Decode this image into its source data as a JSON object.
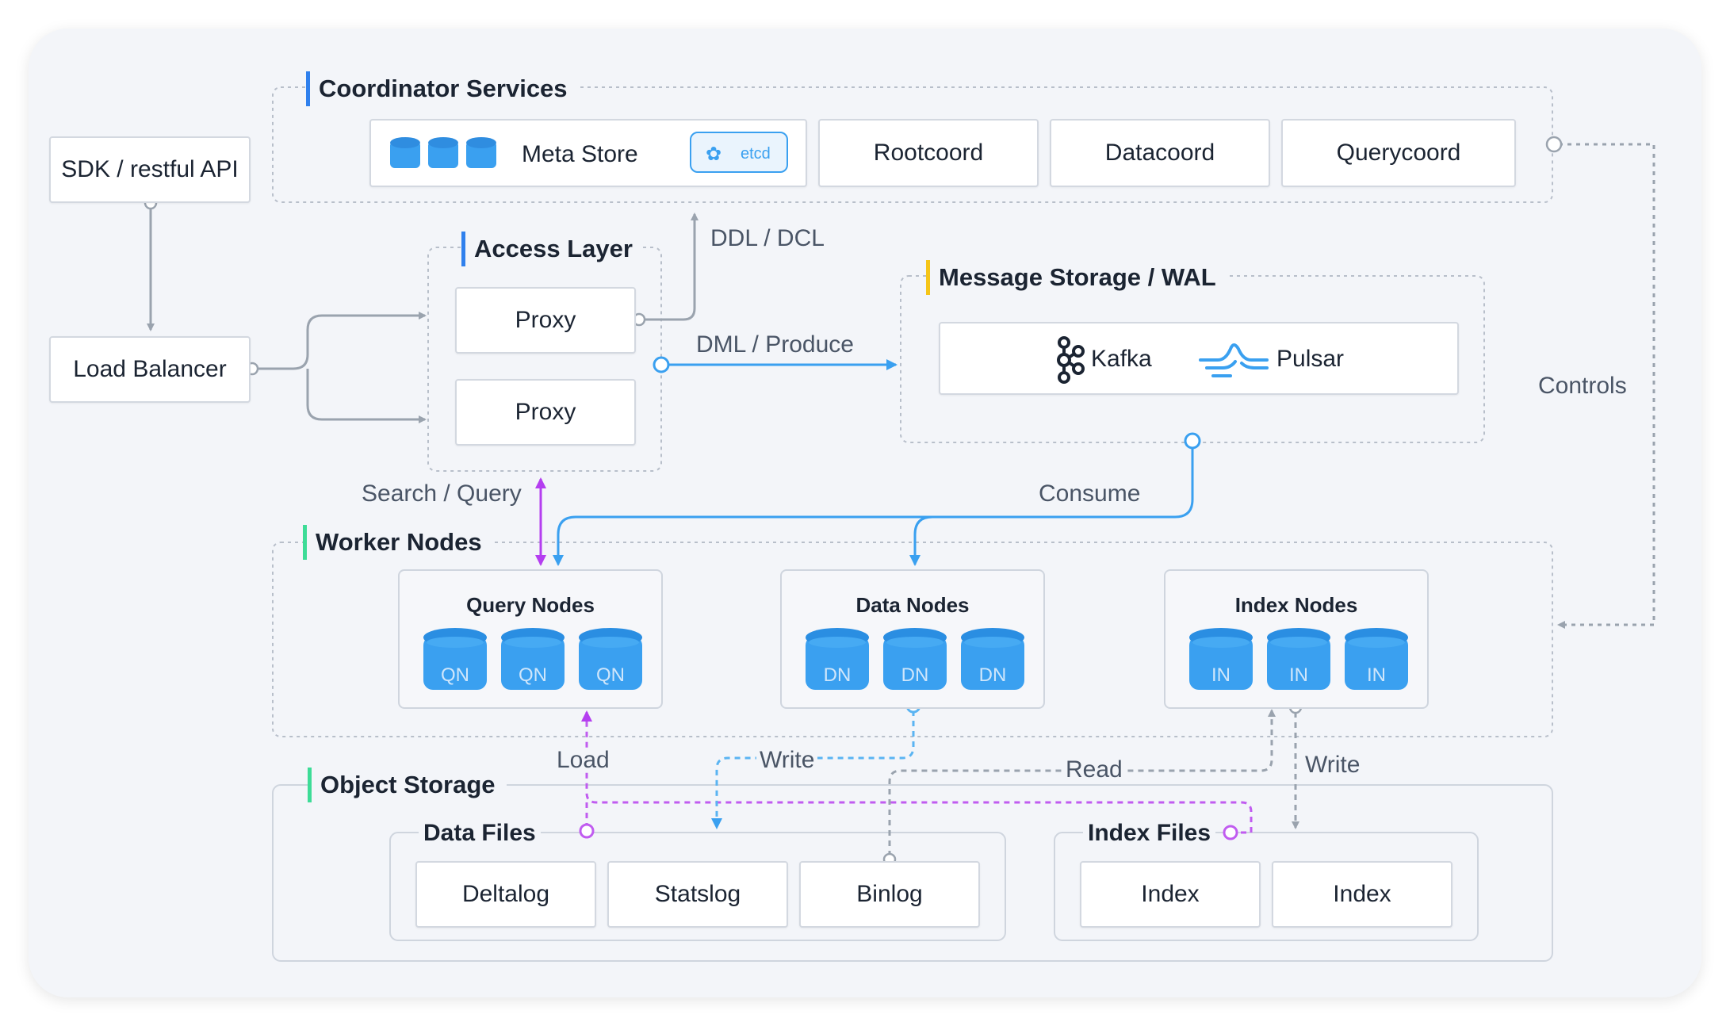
{
  "groups": {
    "coordinator": "Coordinator Services",
    "access": "Access Layer",
    "message": "Message Storage / WAL",
    "worker": "Worker Nodes",
    "object": "Object Storage"
  },
  "coordinator": {
    "meta_store": "Meta Store",
    "etcd": "etcd",
    "rootcoord": "Rootcoord",
    "datacoord": "Datacoord",
    "querycoord": "Querycoord"
  },
  "client": {
    "sdk": "SDK / restful API",
    "load_balancer": "Load Balancer"
  },
  "access": {
    "proxy1": "Proxy",
    "proxy2": "Proxy"
  },
  "message": {
    "kafka": "Kafka",
    "pulsar": "Pulsar"
  },
  "edges": {
    "ddl": "DDL / DCL",
    "dml": "DML / Produce",
    "search": "Search / Query",
    "consume": "Consume",
    "controls": "Controls",
    "load": "Load",
    "write_data": "Write",
    "read": "Read",
    "write_index": "Write"
  },
  "workers": {
    "query": {
      "title": "Query Nodes",
      "nodes": [
        "QN",
        "QN",
        "QN"
      ]
    },
    "data": {
      "title": "Data Nodes",
      "nodes": [
        "DN",
        "DN",
        "DN"
      ]
    },
    "index": {
      "title": "Index Nodes",
      "nodes": [
        "IN",
        "IN",
        "IN"
      ]
    }
  },
  "storage": {
    "data_files": "Data Files",
    "deltalog": "Deltalog",
    "statslog": "Statslog",
    "binlog": "Binlog",
    "index_files": "Index Files",
    "index1": "Index",
    "index2": "Index"
  },
  "colors": {
    "coordinator_accent": "#2f80ed",
    "access_accent": "#2f80ed",
    "message_accent": "#f5c518",
    "worker_accent": "#3ddc97",
    "object_accent": "#3ddc97",
    "flow_blue": "#3aa0f0",
    "flow_purple": "#b43ef0",
    "flow_gray": "#9aa3ae"
  }
}
